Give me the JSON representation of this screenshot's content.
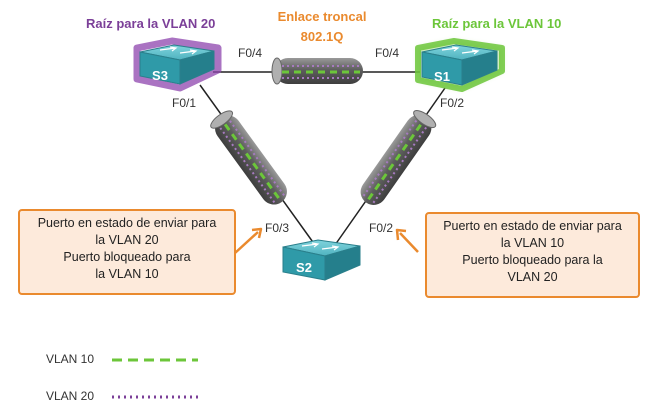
{
  "diagram": {
    "root_vlan20": "Raíz para la VLAN 20",
    "root_vlan10": "Raíz para la VLAN 10",
    "trunk_line1": "Enlace troncal",
    "trunk_line2": "802.1Q",
    "switches": {
      "s3": "S3",
      "s1": "S1",
      "s2": "S2"
    },
    "ports": {
      "s3_f04": "F0/4",
      "s1_f04": "F0/4",
      "s3_f01": "F0/1",
      "s1_f02": "F0/2",
      "s2_f03": "F0/3",
      "s2_f02": "F0/2"
    },
    "callout_left": [
      "Puerto en estado de enviar para",
      "la VLAN 20",
      "Puerto bloqueado para",
      "la VLAN 10"
    ],
    "callout_right": [
      "Puerto en estado de enviar para",
      "la VLAN 10",
      "Puerto bloqueado para la",
      "VLAN 20"
    ],
    "legend": {
      "vlan10": "VLAN 10",
      "vlan20": "VLAN 20"
    },
    "colors": {
      "vlan10": "#6cc63a",
      "vlan20": "#7b3f98",
      "orange": "#ea8a2e",
      "switch_teal": "#2f9aa8"
    }
  }
}
